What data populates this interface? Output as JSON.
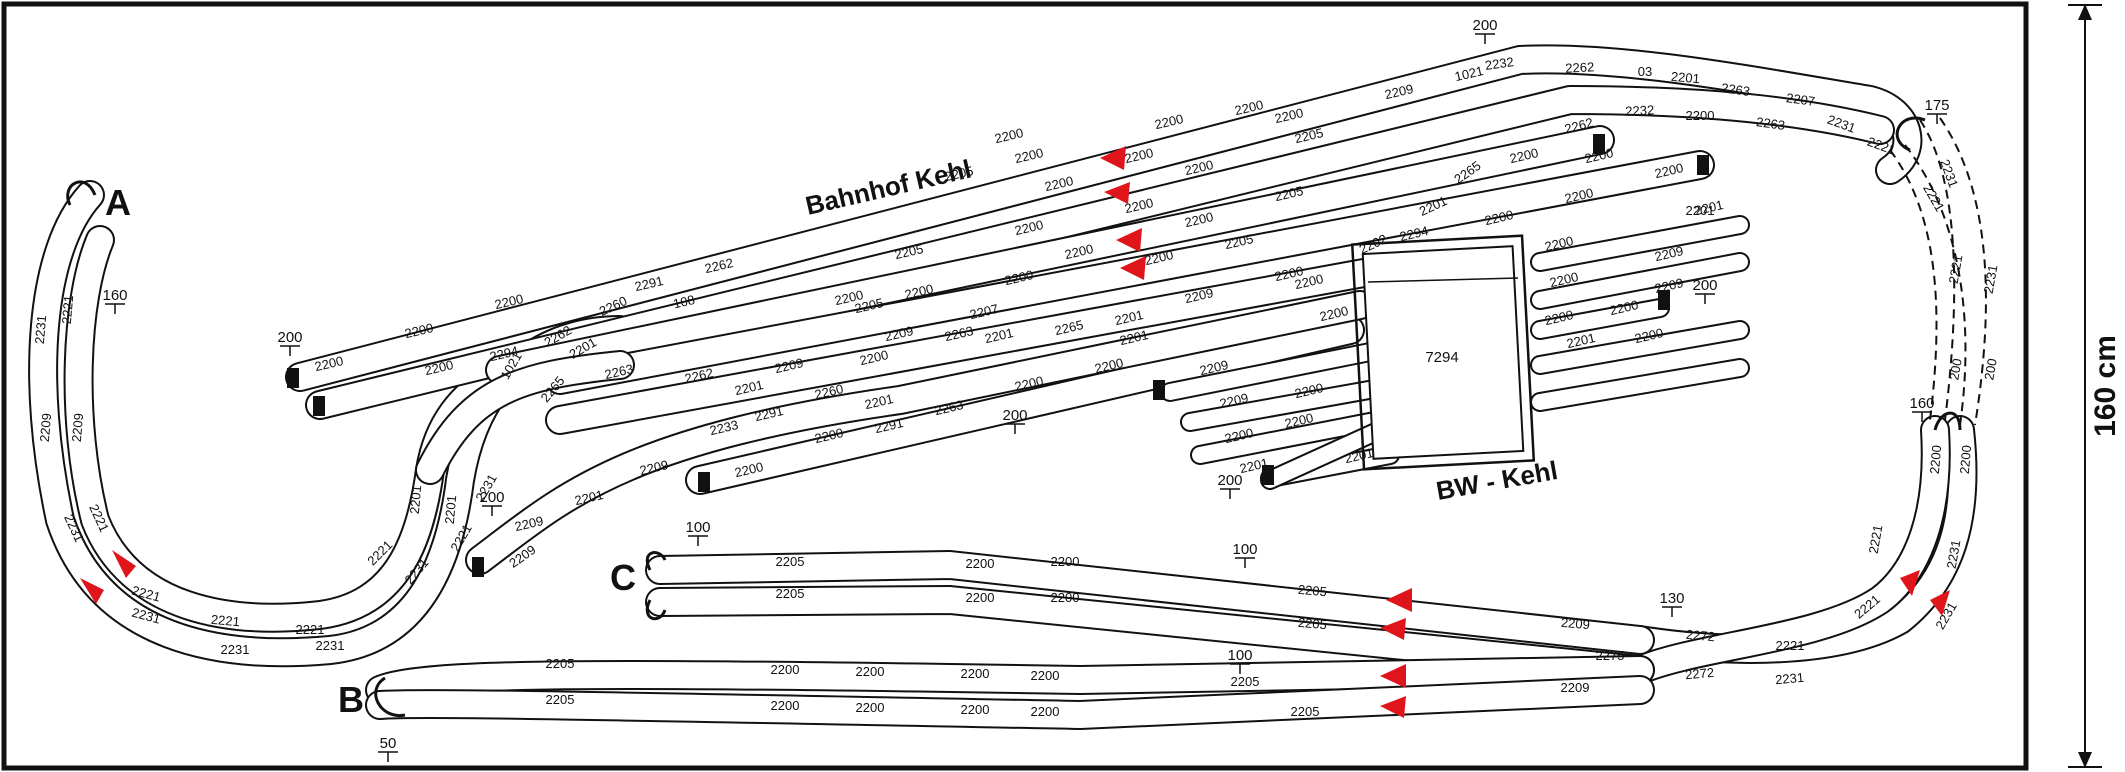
{
  "titles": {
    "station": "Bahnhof Kehl",
    "depot": "BW - Kehl",
    "turntable": "7294",
    "dimension": "160 cm"
  },
  "ends": [
    "A",
    "B",
    "C"
  ],
  "heights": {
    "h200_top": "200",
    "h175": "175",
    "h160_left": "160",
    "h160_right": "160",
    "h200_sidingA": "200",
    "h200_mid": "200",
    "h200_yard": "200",
    "h200_bw": "200",
    "h200_left2": "200",
    "h100_c": "100",
    "h100_mid": "100",
    "h100_b": "100",
    "h130": "130",
    "h50": "50"
  },
  "track_labels": [
    {
      "t": "2205"
    },
    {
      "t": "2200"
    },
    {
      "t": "2200"
    },
    {
      "t": "2209"
    },
    {
      "t": "1021"
    },
    {
      "t": "2232"
    },
    {
      "t": "2262"
    },
    {
      "t": "03"
    },
    {
      "t": "2201"
    },
    {
      "t": "2263"
    },
    {
      "t": "2207"
    },
    {
      "t": "2231"
    },
    {
      "t": "2221"
    },
    {
      "t": "2205"
    },
    {
      "t": "2232"
    },
    {
      "t": "2200"
    },
    {
      "t": "2263"
    },
    {
      "t": "2262"
    },
    {
      "t": "2200"
    },
    {
      "t": "2205"
    },
    {
      "t": "2265"
    },
    {
      "t": "2200"
    },
    {
      "t": "2205"
    },
    {
      "t": "2201"
    },
    {
      "t": "2200"
    },
    {
      "t": "2200"
    },
    {
      "t": "2201"
    },
    {
      "t": "2205"
    },
    {
      "t": "2200"
    },
    {
      "t": "2202"
    },
    {
      "t": "2294"
    },
    {
      "t": "2200"
    },
    {
      "t": "2201"
    },
    {
      "t": "2205"
    },
    {
      "t": "2209"
    },
    {
      "t": "2207"
    },
    {
      "t": "2201"
    },
    {
      "t": "2209"
    },
    {
      "t": "2200"
    },
    {
      "t": "2200"
    },
    {
      "t": "2200"
    },
    {
      "t": "2200"
    },
    {
      "t": "2200"
    },
    {
      "t": "2291"
    },
    {
      "t": "2262"
    },
    {
      "t": "2200"
    },
    {
      "t": "2294"
    },
    {
      "t": "2262"
    },
    {
      "t": "2260"
    },
    {
      "t": "108"
    },
    {
      "t": "2201"
    },
    {
      "t": "2263"
    },
    {
      "t": "1021"
    },
    {
      "t": "2265"
    },
    {
      "t": "2262"
    },
    {
      "t": "2201"
    },
    {
      "t": "2209"
    },
    {
      "t": "2200"
    },
    {
      "t": "2263"
    },
    {
      "t": "2201"
    },
    {
      "t": "2200"
    },
    {
      "t": "2265"
    },
    {
      "t": "2201"
    },
    {
      "t": "2260"
    },
    {
      "t": "2201"
    },
    {
      "t": "2263"
    },
    {
      "t": "2233"
    },
    {
      "t": "2291"
    },
    {
      "t": "2200"
    },
    {
      "t": "2291"
    },
    {
      "t": "2200"
    },
    {
      "t": "2209"
    },
    {
      "t": "2201"
    },
    {
      "t": "2209"
    },
    {
      "t": "2200"
    },
    {
      "t": "2209"
    },
    {
      "t": "2209"
    },
    {
      "t": "2200"
    },
    {
      "t": "2200"
    },
    {
      "t": "2200"
    },
    {
      "t": "2201"
    },
    {
      "t": "2201"
    },
    {
      "t": "2200"
    },
    {
      "t": "2209"
    },
    {
      "t": "2200"
    },
    {
      "t": "2209"
    },
    {
      "t": "2200"
    },
    {
      "t": "2200"
    },
    {
      "t": "2201"
    },
    {
      "t": "2200"
    },
    {
      "t": "2231"
    },
    {
      "t": "2221"
    },
    {
      "t": "2209"
    },
    {
      "t": "2209"
    },
    {
      "t": "2231"
    },
    {
      "t": "2221"
    },
    {
      "t": "2221"
    },
    {
      "t": "2231"
    },
    {
      "t": "2221"
    },
    {
      "t": "2221"
    },
    {
      "t": "2231"
    },
    {
      "t": "2231"
    },
    {
      "t": "2221"
    },
    {
      "t": "2231"
    },
    {
      "t": "2201"
    },
    {
      "t": "2201"
    },
    {
      "t": "2221"
    },
    {
      "t": "2231"
    },
    {
      "t": "2209"
    },
    {
      "t": "2205"
    },
    {
      "t": "2205"
    },
    {
      "t": "2200"
    },
    {
      "t": "2200"
    },
    {
      "t": "2200"
    },
    {
      "t": "2200"
    },
    {
      "t": "2205"
    },
    {
      "t": "2205"
    },
    {
      "t": "2209"
    },
    {
      "t": "2272"
    },
    {
      "t": "2275"
    },
    {
      "t": "2272"
    },
    {
      "t": "2209"
    },
    {
      "t": "2221"
    },
    {
      "t": "2231"
    },
    {
      "t": "2221"
    },
    {
      "t": "2231"
    },
    {
      "t": "2221"
    },
    {
      "t": "2231"
    },
    {
      "t": "2200"
    },
    {
      "t": "2200"
    },
    {
      "t": "2205"
    },
    {
      "t": "2205"
    },
    {
      "t": "2200"
    },
    {
      "t": "2200"
    },
    {
      "t": "2200"
    },
    {
      "t": "2200"
    },
    {
      "t": "2200"
    },
    {
      "t": "2200"
    },
    {
      "t": "2200"
    },
    {
      "t": "2200"
    },
    {
      "t": "2205"
    },
    {
      "t": "2205"
    },
    {
      "t": "2231"
    },
    {
      "t": "2221"
    },
    {
      "t": "2221"
    },
    {
      "t": "2231"
    },
    {
      "t": "200"
    },
    {
      "t": "200"
    },
    {
      "t": "2200"
    },
    {
      "t": "2200"
    },
    {
      "t": "2200"
    },
    {
      "t": "2200"
    },
    {
      "t": "2200"
    },
    {
      "t": "2200"
    },
    {
      "t": "2200"
    },
    {
      "t": "2200"
    },
    {
      "t": "2200"
    },
    {
      "t": "2200"
    },
    {
      "t": "2200"
    },
    {
      "t": "2200"
    },
    {
      "t": "2200"
    },
    {
      "t": "2200"
    }
  ],
  "colors": {
    "arrow": "#e0141b",
    "rail": "#111111",
    "bed": "#ffffff"
  }
}
